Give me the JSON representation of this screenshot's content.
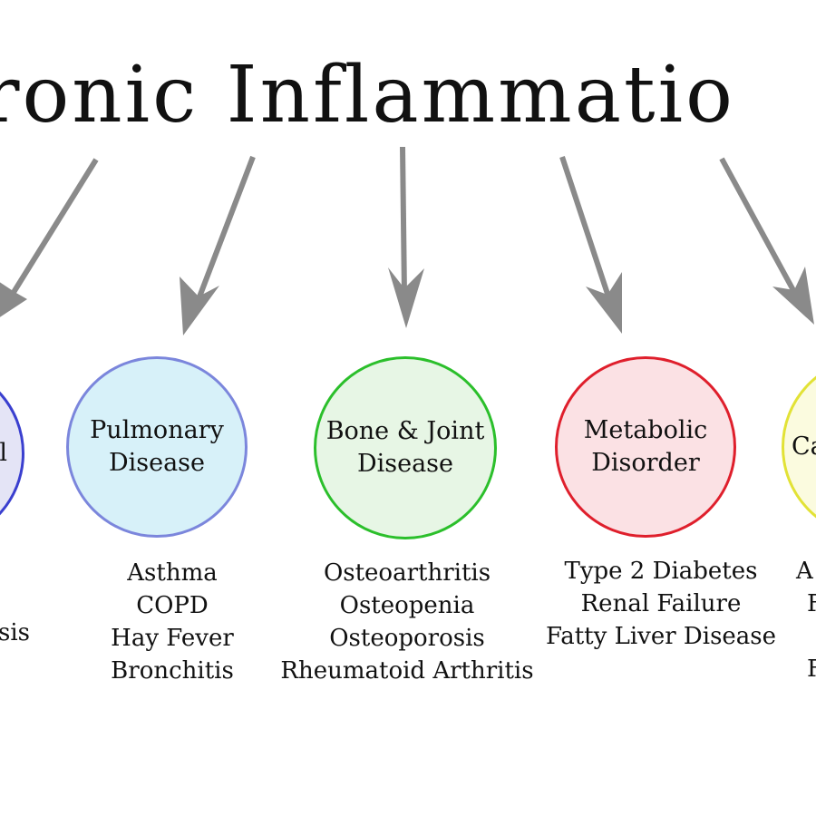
{
  "title": "hronic Inflammatio",
  "colors": {
    "arrow": "#8a8a8a",
    "left_circle_border": "#3a3fcf",
    "pulmonary_border": "#7b86dc",
    "bone_joint_border": "#2bbf2b",
    "metabolic_border": "#df1f2c",
    "right_circle_border": "#e2e236"
  },
  "circles": {
    "left_fragment": "l",
    "pulmonary": [
      "Pulmonary",
      "Disease"
    ],
    "bone_joint": [
      "Bone & Joint",
      "Disease"
    ],
    "metabolic": [
      "Metabolic",
      "Disorder"
    ],
    "right_fragment": "Ca"
  },
  "lists": {
    "left_fragment": "sis",
    "pulmonary": [
      "Asthma",
      "COPD",
      "Hay Fever",
      "Bronchitis"
    ],
    "bone_joint": [
      "Osteoarthritis",
      "Osteopenia",
      "Osteoporosis",
      "Rheumatoid Arthritis"
    ],
    "metabolic": [
      "Type 2 Diabetes",
      "Renal Failure",
      "Fatty Liver Disease"
    ],
    "right_fragment": [
      "A",
      "F",
      "F"
    ]
  }
}
